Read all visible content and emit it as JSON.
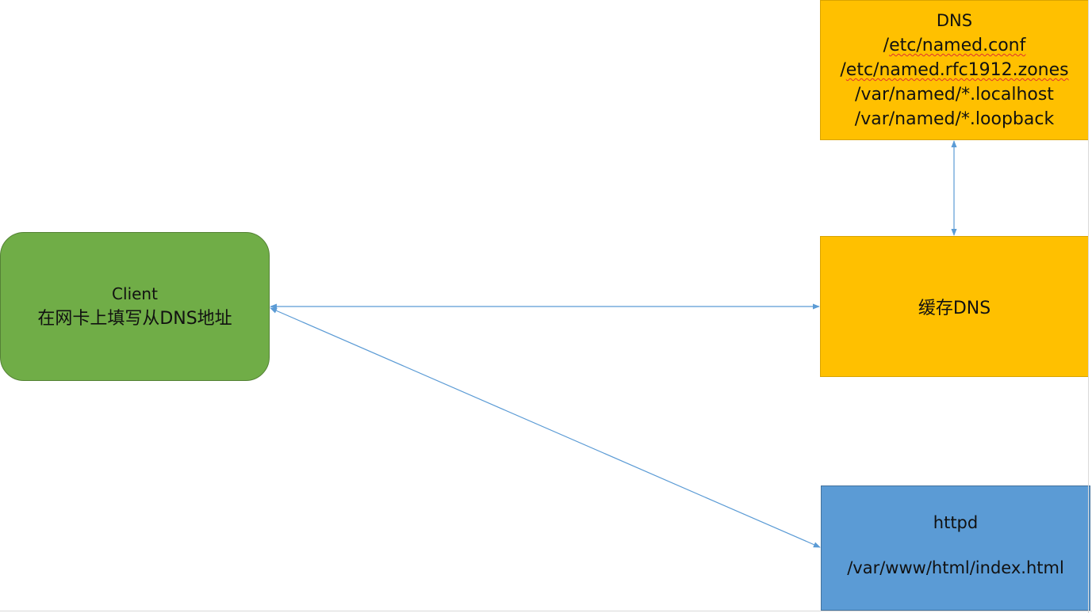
{
  "colors": {
    "client_fill": "#70ad47",
    "dns_fill": "#ffc000",
    "httpd_fill": "#5b9bd5",
    "connector": "#5b9bd5"
  },
  "client": {
    "line1": "Client",
    "line2": "在网卡上填写从DNS地址"
  },
  "dns": {
    "title": "DNS",
    "files": [
      "/etc/named.conf",
      "/etc/named.rfc1912.zones",
      "/var/named/*.localhost",
      "/var/named/*.loopback"
    ]
  },
  "cache_dns": {
    "label": "缓存DNS"
  },
  "httpd": {
    "title": "httpd",
    "path": "/var/www/html/index.html"
  }
}
